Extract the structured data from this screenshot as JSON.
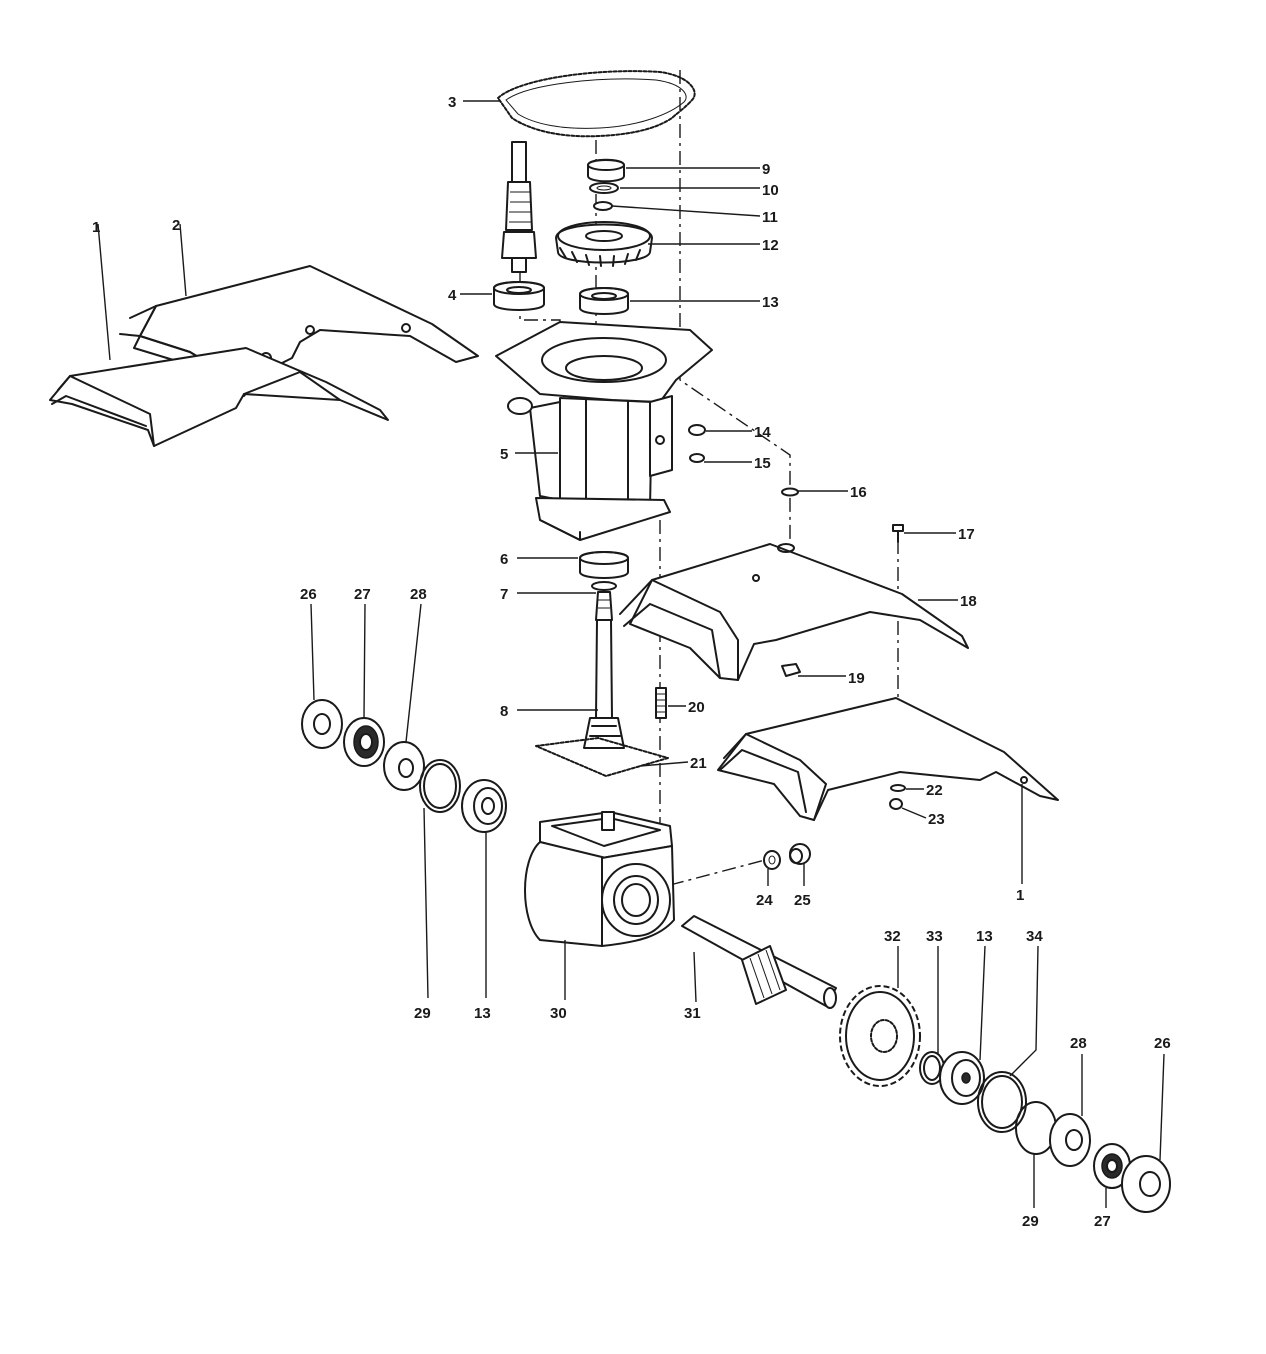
{
  "labels": {
    "l1": "1",
    "l2": "2",
    "l3": "3",
    "l4": "4",
    "l5": "5",
    "l6": "6",
    "l7": "7",
    "l8": "8",
    "l9": "9",
    "l10": "10",
    "l11": "11",
    "l12": "12",
    "l13": "13",
    "l14": "14",
    "l15": "15",
    "l16": "16",
    "l17": "17",
    "l18": "18",
    "l19": "19",
    "l20": "20",
    "l21": "21",
    "l22": "22",
    "l23": "23",
    "l24": "24",
    "l25": "25",
    "l26": "26",
    "l27": "27",
    "l28": "28",
    "l29": "29",
    "l30": "30",
    "l31": "31",
    "l32": "32",
    "l33": "33",
    "l34": "34"
  }
}
